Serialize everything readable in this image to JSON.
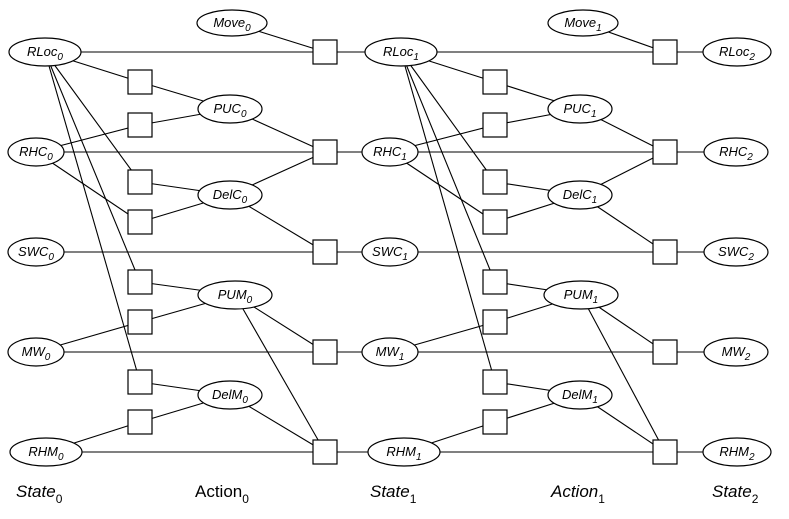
{
  "nodes": {
    "move0": {
      "base": "Move",
      "sub": "0"
    },
    "move1": {
      "base": "Move",
      "sub": "1"
    },
    "rloc0": {
      "base": "RLoc",
      "sub": "0"
    },
    "rloc1": {
      "base": "RLoc",
      "sub": "1"
    },
    "rloc2": {
      "base": "RLoc",
      "sub": "2"
    },
    "puc0": {
      "base": "PUC",
      "sub": "0"
    },
    "puc1": {
      "base": "PUC",
      "sub": "1"
    },
    "rhc0": {
      "base": "RHC",
      "sub": "0"
    },
    "rhc1": {
      "base": "RHC",
      "sub": "1"
    },
    "rhc2": {
      "base": "RHC",
      "sub": "2"
    },
    "delc0": {
      "base": "DelC",
      "sub": "0"
    },
    "delc1": {
      "base": "DelC",
      "sub": "1"
    },
    "swc0": {
      "base": "SWC",
      "sub": "0"
    },
    "swc1": {
      "base": "SWC",
      "sub": "1"
    },
    "swc2": {
      "base": "SWC",
      "sub": "2"
    },
    "pum0": {
      "base": "PUM",
      "sub": "0"
    },
    "pum1": {
      "base": "PUM",
      "sub": "1"
    },
    "mw0": {
      "base": "MW",
      "sub": "0"
    },
    "mw1": {
      "base": "MW",
      "sub": "1"
    },
    "mw2": {
      "base": "MW",
      "sub": "2"
    },
    "delm0": {
      "base": "DelM",
      "sub": "0"
    },
    "delm1": {
      "base": "DelM",
      "sub": "1"
    },
    "rhm0": {
      "base": "RHM",
      "sub": "0"
    },
    "rhm1": {
      "base": "RHM",
      "sub": "1"
    },
    "rhm2": {
      "base": "RHM",
      "sub": "2"
    }
  },
  "column_labels": {
    "state0": {
      "base": "State",
      "sub": "0"
    },
    "action0": {
      "base": "Action",
      "sub": "0"
    },
    "state1": {
      "base": "State",
      "sub": "1"
    },
    "action1": {
      "base": "Action",
      "sub": "1"
    },
    "state2": {
      "base": "State",
      "sub": "2"
    }
  }
}
